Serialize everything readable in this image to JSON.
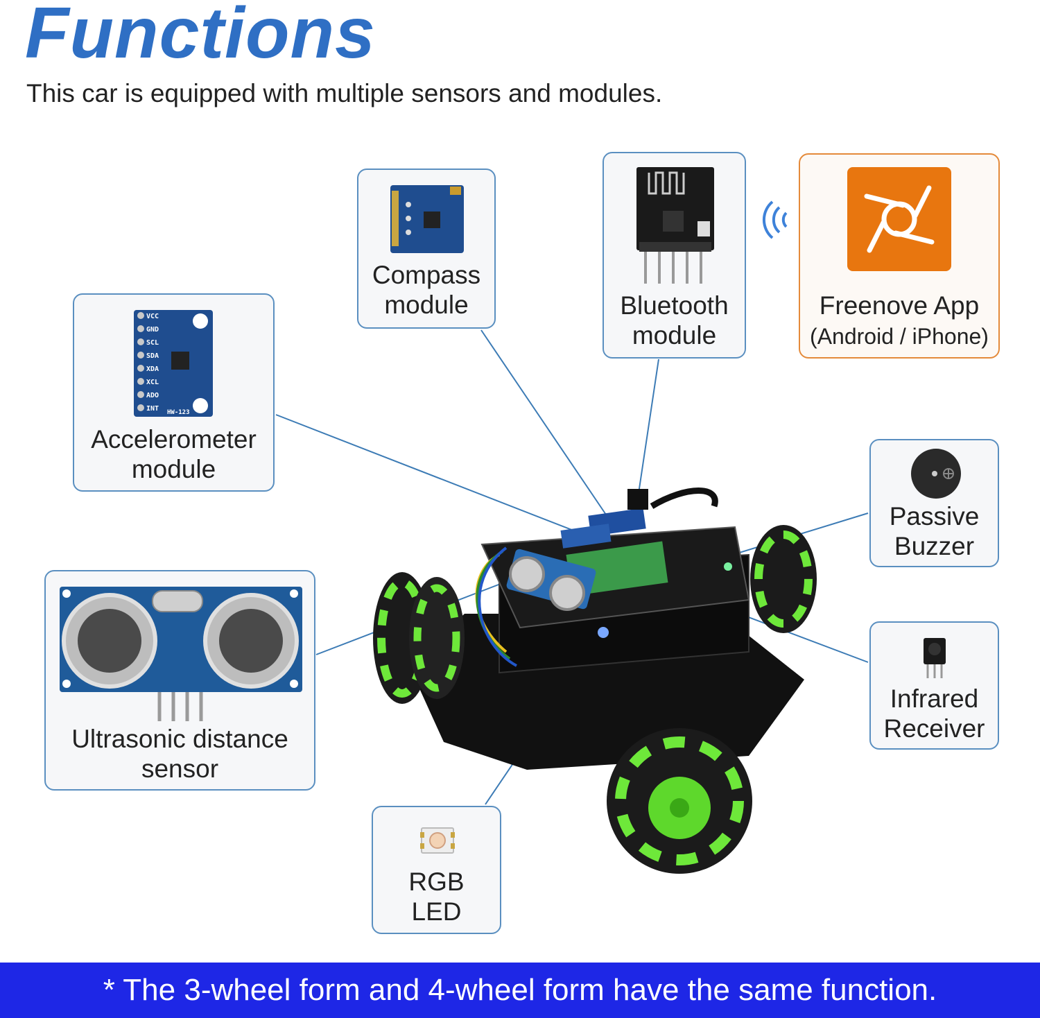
{
  "header": {
    "title": "Functions",
    "subtitle": "This car is equipped with multiple sensors and modules."
  },
  "callouts": {
    "compass": {
      "line1": "Compass",
      "line2": "module"
    },
    "bluetooth": {
      "line1": "Bluetooth",
      "line2": "module"
    },
    "app": {
      "line1": "Freenove App",
      "line2": "(Android / iPhone)"
    },
    "accelerometer": {
      "line1": "Accelerometer",
      "line2": "module",
      "chip_text": [
        "VCC",
        "GND",
        "SCL",
        "SDA",
        "XDA",
        "XCL",
        "ADO",
        "INT"
      ],
      "model": "HW-123"
    },
    "buzzer": {
      "line1": "Passive",
      "line2": "Buzzer"
    },
    "ultrasonic": {
      "line1": "Ultrasonic distance",
      "line2": "sensor"
    },
    "infrared": {
      "line1": "Infrared",
      "line2": "Receiver"
    },
    "rgb": {
      "line1": "RGB",
      "line2": "LED"
    }
  },
  "footer": {
    "note": "* The 3-wheel form and 4-wheel form have the same function."
  },
  "colors": {
    "title_blue": "#2f6fc4",
    "box_border": "#5a8fc0",
    "app_border": "#e48a3a",
    "app_icon": "#e8760f",
    "banner": "#1e27e6",
    "wheel_green": "#6ee83a"
  }
}
